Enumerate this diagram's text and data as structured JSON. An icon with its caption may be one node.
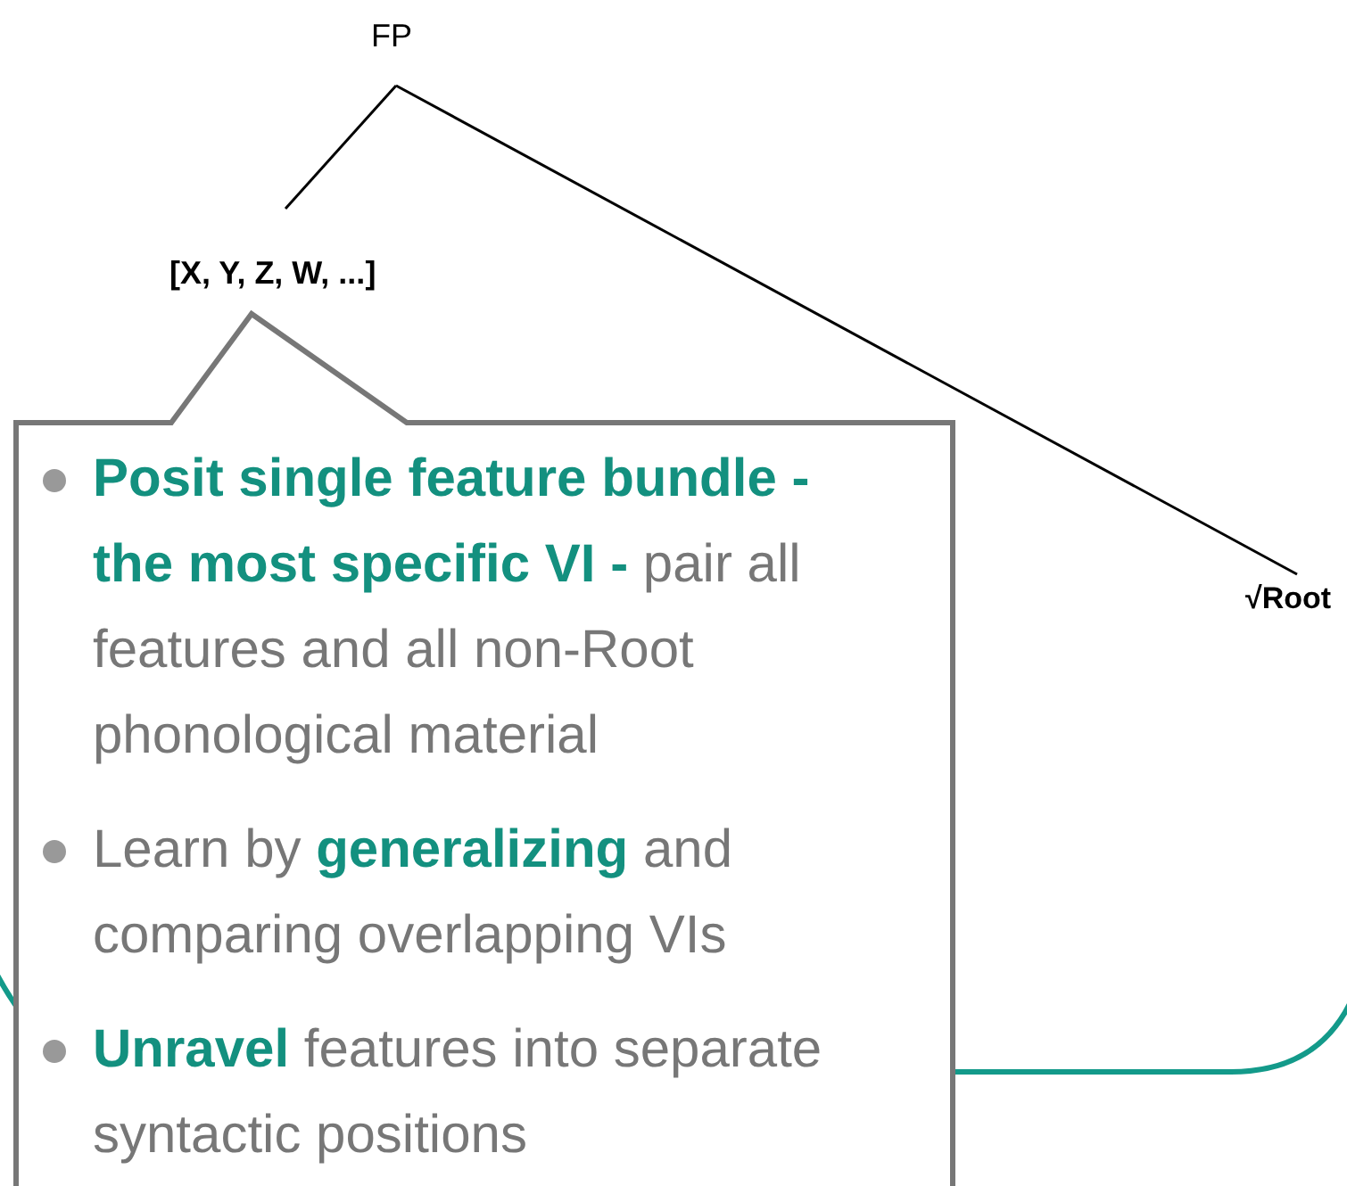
{
  "diagram": {
    "nodes": [
      {
        "text": [
          "FP"
        ]
      },
      {
        "text": [
          "[X, Y, Z, W, ...]"
        ]
      },
      {
        "text": [
          "√Root"
        ]
      },
      {
        "text": [
          "**Posit single feature bundle - the most specific VI -** pair all features and all non-Root phonological material",
          "Learn by **generalizing** and comparing overlapping VIs",
          "**Unravel** features into separate syntactic positions"
        ]
      }
    ],
    "edges": [
      {
        "from": 0,
        "to": 1,
        "arrow": "none"
      },
      {
        "from": 0,
        "to": 2,
        "arrow": "none"
      }
    ]
  }
}
